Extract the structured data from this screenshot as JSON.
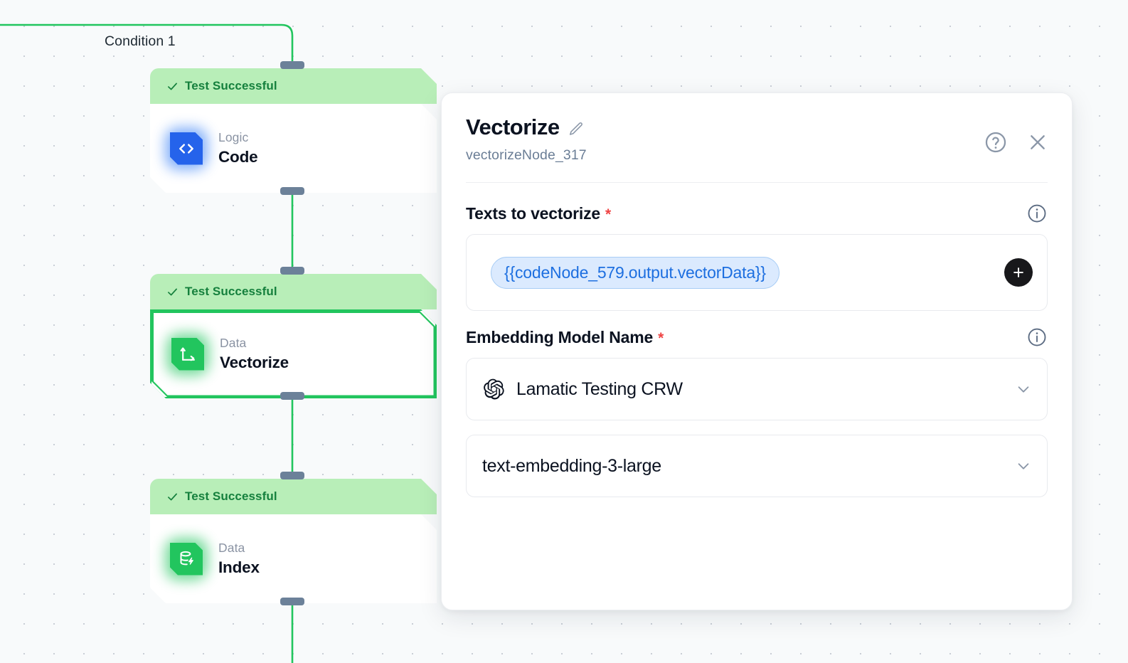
{
  "canvas": {
    "edge_label": "Condition 1",
    "edge_color": "#22c55e",
    "nodes": [
      {
        "status": "Test Successful",
        "category": "Logic",
        "name": "Code",
        "icon": "code-icon",
        "icon_color": "#2563eb",
        "selected": false
      },
      {
        "status": "Test Successful",
        "category": "Data",
        "name": "Vectorize",
        "icon": "vectorize-icon",
        "icon_color": "#22c55e",
        "selected": true
      },
      {
        "status": "Test Successful",
        "category": "Data",
        "name": "Index",
        "icon": "database-index-icon",
        "icon_color": "#22c55e",
        "selected": false
      }
    ]
  },
  "panel": {
    "title": "Vectorize",
    "subtitle": "vectorizeNode_317",
    "edit_icon": "pencil-icon",
    "help_icon": "help-circle-icon",
    "close_icon": "close-icon",
    "fields": {
      "texts": {
        "label": "Texts to vectorize",
        "required_marker": "*",
        "info_icon": "info-circle-icon",
        "tokens": [
          "{{codeNode_579.output.vectorData}}"
        ],
        "add_icon": "plus-icon",
        "token_color": "#1d6fe0"
      },
      "embedding": {
        "label": "Embedding Model Name",
        "required_marker": "*",
        "info_icon": "info-circle-icon",
        "credential": {
          "value": "Lamatic Testing CRW",
          "provider_icon": "openai-logo-icon"
        },
        "model": {
          "value": "text-embedding-3-large"
        },
        "chevron_icon": "chevron-down-icon"
      }
    }
  }
}
